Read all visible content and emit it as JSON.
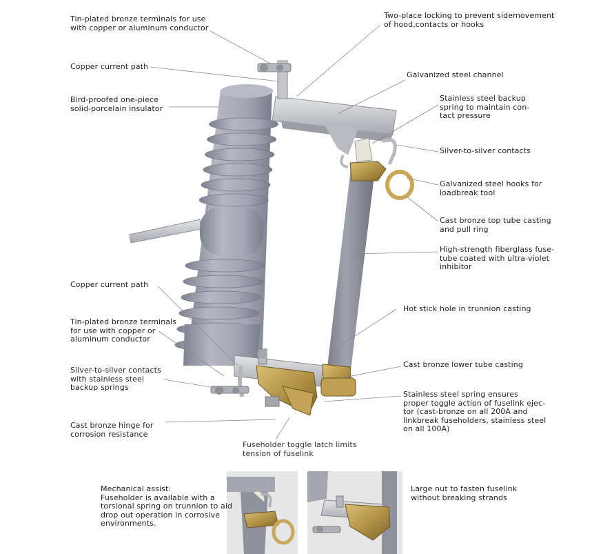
{
  "diagram": {
    "colors": {
      "porcelain": "#a3a6b2",
      "porcelain_shadow": "#7f8290",
      "bronze": "#b39448",
      "steel": "#c7c8cc",
      "leader": "#8a8a8a"
    },
    "labels": [
      {
        "id": "tin-plated-top",
        "text": "Tin-plated bronze terminals for use\nwith copper or aluminum conductor"
      },
      {
        "id": "copper-path-top",
        "text": "Copper current path"
      },
      {
        "id": "insulator",
        "text": "Bird-proofed one-piece\nsolid-porcelain insulator"
      },
      {
        "id": "copper-path-bottom",
        "text": "Copper current path"
      },
      {
        "id": "tin-plated-bottom",
        "text": "Tin-plated bronze terminals\nfor use with copper or\naluminum conductor"
      },
      {
        "id": "silver-contacts-springs",
        "text": "Silver-to-silver contacts\nwith stainless steel\nbackup springs"
      },
      {
        "id": "hinge",
        "text": "Cast bronze hinge for\ncorrosion resistance"
      },
      {
        "id": "toggle-latch",
        "text": "Fuseholder toggle latch limits\ntension of fuselink"
      },
      {
        "id": "locking",
        "text": "Two-place locking to prevent sidemovement\nof hood,contacts or hooks"
      },
      {
        "id": "channel",
        "text": "Galvanized steel channel"
      },
      {
        "id": "backup-spring",
        "text": "Stainless steel backup\nspring to maintain con-\ntact pressure"
      },
      {
        "id": "silver-contacts",
        "text": "Silver-to-silver contacts"
      },
      {
        "id": "hooks",
        "text": "Galvanized steel hooks for\nloadbreak tool"
      },
      {
        "id": "top-casting",
        "text": "Cast bronze top tube casting\nand pull ring"
      },
      {
        "id": "fuse-tube",
        "text": "High-strength fiberglass fuse-\ntube coated with ultra-violet\ninhibitor"
      },
      {
        "id": "hot-stick",
        "text": "Hot stick hole in trunnion casting"
      },
      {
        "id": "lower-casting",
        "text": "Cast bronze lower tube casting"
      },
      {
        "id": "toggle-spring",
        "text": "Stainless steel spring ensures\nproper toggle action of fuselink ejec-\ntor (cast-bronze on all 200A and\nlinkbreak fuseholders, stainless steel\non all 100A)"
      },
      {
        "id": "mechanical-assist",
        "text": "Mechanical assist:\nFuseholder is available with a\ntorsional spring on trunnion to aid\ndrop out operation in corrosive\nenvironments."
      },
      {
        "id": "large-nut",
        "text": "Large nut to fasten fuselink\nwithout breaking strands"
      }
    ]
  }
}
